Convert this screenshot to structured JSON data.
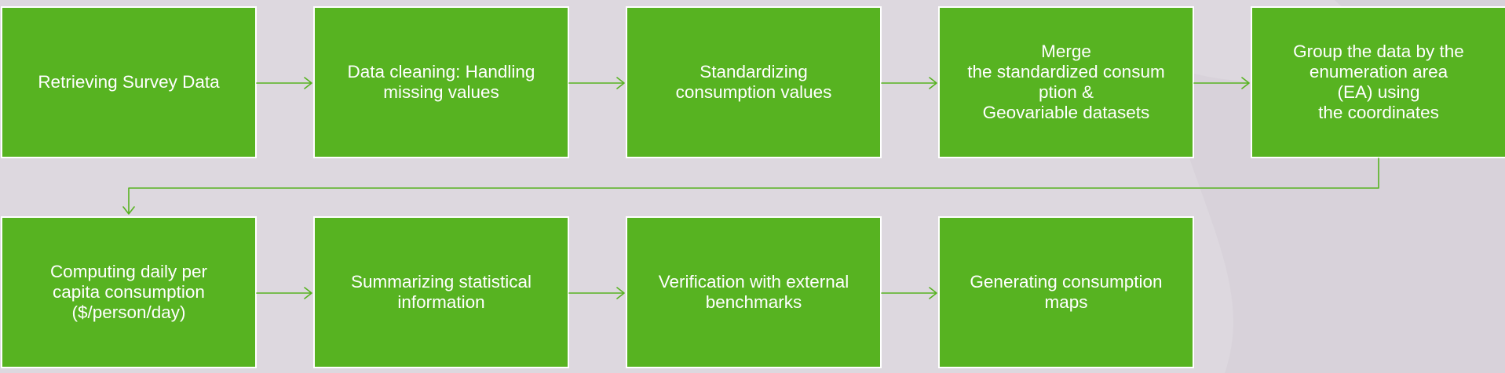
{
  "colors": {
    "background": "#ddd8df",
    "box_fill": "#57b321",
    "box_border": "#ffffff",
    "arrow": "#57b321",
    "text": "#ffffff"
  },
  "diagram": {
    "type": "flowchart",
    "steps": [
      "Retrieving Survey Data",
      "Data cleaning: Handling missing values",
      "Standardizing\nconsumption values",
      "Merge\nthe  standardized consum\nption &\nGeovariable datasets",
      "Group the data by the\nenumeration area\n(EA)  using\nthe coordinates",
      "Computing daily per\ncapita consumption\n($/person/day)",
      "Summarizing statistical information",
      "Verification with external benchmarks",
      "Generating consumption maps"
    ],
    "connections": [
      {
        "from": 1,
        "to": 2
      },
      {
        "from": 2,
        "to": 3
      },
      {
        "from": 3,
        "to": 4
      },
      {
        "from": 4,
        "to": 5
      },
      {
        "from": 5,
        "to": 6
      },
      {
        "from": 6,
        "to": 7
      },
      {
        "from": 7,
        "to": 8
      },
      {
        "from": 8,
        "to": 9
      }
    ]
  }
}
